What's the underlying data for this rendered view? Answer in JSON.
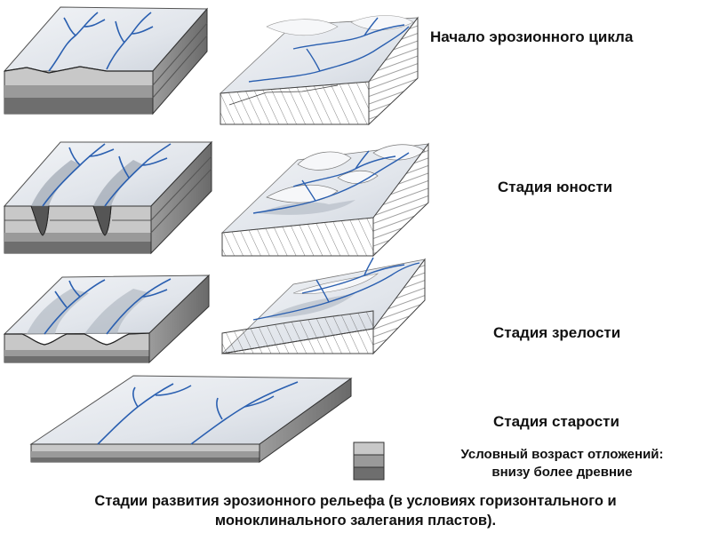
{
  "stages": {
    "start": "Начало эрозионного цикла",
    "youth": "Стадия юности",
    "maturity": "Стадия зрелости",
    "old_age": "Стадия старости"
  },
  "legend": {
    "line1": "Условный возраст отложений:",
    "line2": "внизу более древние",
    "colors": [
      "#c8c8c8",
      "#9a9a9a",
      "#6e6e6e"
    ]
  },
  "caption": {
    "line1": "Стадии развития эрозионного рельефа (в условиях горизонтального и",
    "line2": "моноклинального залегания пластов)."
  },
  "colors": {
    "river": "#2a5fb0",
    "surface": "#e4e8ee",
    "surface_shade": "#cfd5de",
    "layer_top": "#c8c8c8",
    "layer_mid": "#9a9a9a",
    "layer_bottom": "#6e6e6e",
    "outline": "#333333"
  }
}
